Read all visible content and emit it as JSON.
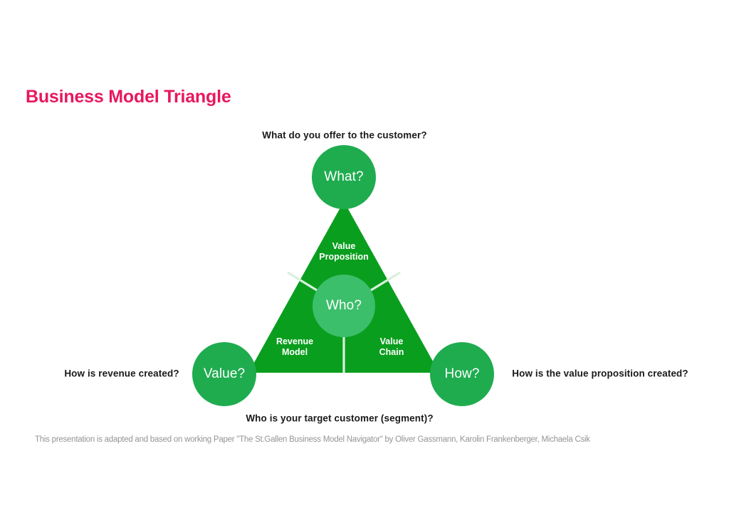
{
  "slide": {
    "title": "Business Model Triangle",
    "title_color": "#e8175d",
    "background_color": "#ffffff"
  },
  "diagram": {
    "type": "triangle-framework",
    "triangle_fill": "#0a9e1e",
    "divider_color": "#d8f0dc",
    "nodes": [
      {
        "id": "what",
        "label": "What?",
        "position": "apex",
        "circle_color": "#1fac4f"
      },
      {
        "id": "who",
        "label": "Who?",
        "position": "center",
        "circle_color": "#3cbf6b"
      },
      {
        "id": "value",
        "label": "Value?",
        "position": "bottom-left",
        "circle_color": "#1fac4f"
      },
      {
        "id": "how",
        "label": "How?",
        "position": "bottom-right",
        "circle_color": "#1fac4f"
      }
    ],
    "inner_labels": [
      {
        "id": "value-proposition",
        "line1": "Value",
        "line2": "Proposition"
      },
      {
        "id": "revenue-model",
        "line1": "Revenue",
        "line2": "Model"
      },
      {
        "id": "value-chain",
        "line1": "Value",
        "line2": "Chain"
      }
    ],
    "questions": [
      {
        "id": "what-question",
        "text": "What do you offer to the customer?"
      },
      {
        "id": "value-question",
        "text": "How is revenue created?"
      },
      {
        "id": "how-question",
        "text": "How is the value proposition created?"
      },
      {
        "id": "who-question",
        "text": "Who is your target customer (segment)?"
      }
    ]
  },
  "footer": {
    "note": "This presentation is adapted and based on working Paper \"The St.Gallen Business Model Navigator\" by Oliver Gassmann, Karolin Frankenberger, Michaela Csik"
  }
}
